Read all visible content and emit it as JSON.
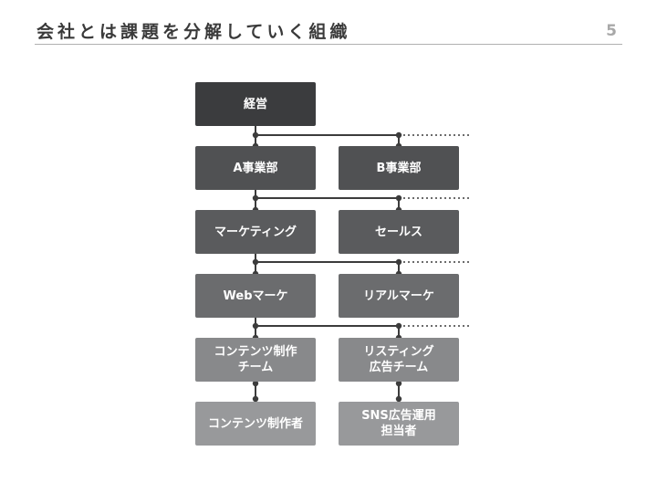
{
  "slide": {
    "title": "会社とは課題を分解していく組織",
    "page_number": "5"
  },
  "org_chart": {
    "top": "経営",
    "levels": [
      {
        "left": "A事業部",
        "right": "B事業部"
      },
      {
        "left": "マーケティング",
        "right": "セールス"
      },
      {
        "left": "Webマーケ",
        "right": "リアルマーケ"
      },
      {
        "left": "コンテンツ制作\nチーム",
        "right": "リスティング\n広告チーム"
      },
      {
        "left": "コンテンツ制作者",
        "right": "SNS広告運用\n担当者"
      }
    ]
  },
  "colors": {
    "title": "#3a3a3a",
    "connector": "#3c3c3c",
    "box_top": "#3b3c3e",
    "box_light": "#98999b"
  }
}
